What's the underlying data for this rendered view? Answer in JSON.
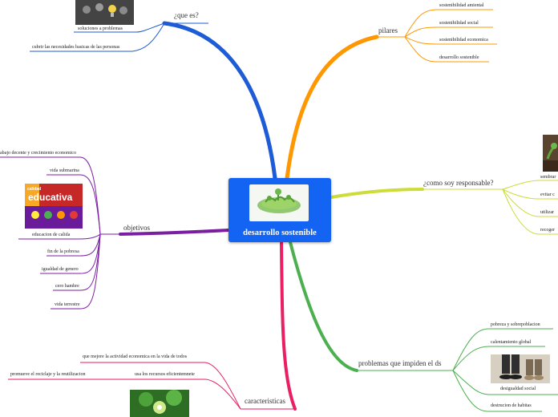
{
  "central": {
    "title": "desarrollo sostenible"
  },
  "colors": {
    "que_es": "#1e5bd6",
    "pilares": "#ff9800",
    "responsable": "#cddc39",
    "problemas": "#4caf50",
    "caracteristicas": "#e91e63",
    "objetivos": "#7b1fa2",
    "central_bg": "#1464f4"
  },
  "branches": {
    "que_es": {
      "label": "¿que es?",
      "leaves": [
        "soluciones a problemas",
        "cubrir las necesidades basicas de las personas"
      ]
    },
    "pilares": {
      "label": "pilares",
      "leaves": [
        "sostenibilidad amiental",
        "sostenibilidad social",
        "sostenibilidad economica",
        "desarrollo sostenible"
      ]
    },
    "responsable": {
      "label": "¿como soy responsable?",
      "leaves": [
        "sembrar",
        "evitar c",
        "utilizar",
        "recoger"
      ]
    },
    "problemas": {
      "label": "problemas que impiden el ds",
      "leaves": [
        "pobreza y sobrepoblacion",
        "calentamiento global",
        "desigualdad social",
        "destrucion de habitas"
      ]
    },
    "caracteristicas": {
      "label": "caracteristicas",
      "leaves": [
        "que mejore la actividad economica en la vida de todos",
        "usa los recursos eficientemnete",
        "promueve el reciclaje y la reutilizacion"
      ]
    },
    "objetivos": {
      "label": "objetivos",
      "leaves": [
        "abajo decente y crecimiento economico",
        "vida submarina",
        "educacion de calida",
        "fin de la pobresa",
        "igualdad de genero",
        "cero hambre",
        "vida terrestre"
      ]
    }
  },
  "images": {
    "educacion_text_1": "calidad",
    "educacion_text_2": "educativa"
  }
}
